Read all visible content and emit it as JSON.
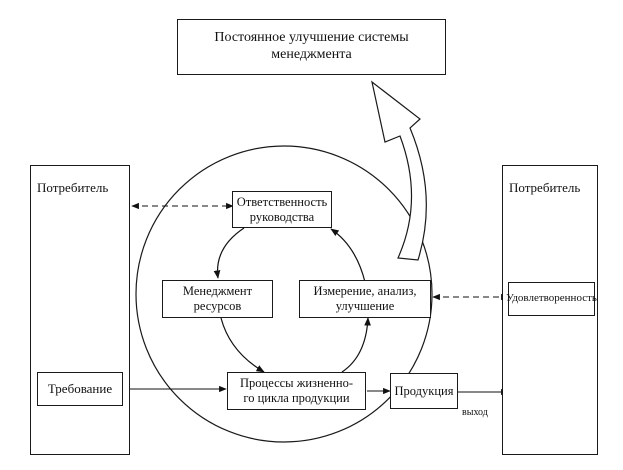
{
  "top_box": {
    "line1": "Постоянное улучшение системы",
    "line2": "менеджмента"
  },
  "customer_left": {
    "title": "Потребитель",
    "requirement": "Требование"
  },
  "customer_right": {
    "title": "Потребитель",
    "satisfaction": "Удовлетворенность"
  },
  "cycle": {
    "responsibility": {
      "line1": "Ответственность",
      "line2": "руководства"
    },
    "resources": {
      "line1": "Менеджмент",
      "line2": "ресурсов"
    },
    "measurement": {
      "line1": "Измерение, анализ,",
      "line2": "улучшение"
    },
    "processes": {
      "line1": "Процессы жизненно-",
      "line2": "го цикла продукции"
    }
  },
  "product": {
    "label": "Продукция",
    "output": "выход"
  }
}
